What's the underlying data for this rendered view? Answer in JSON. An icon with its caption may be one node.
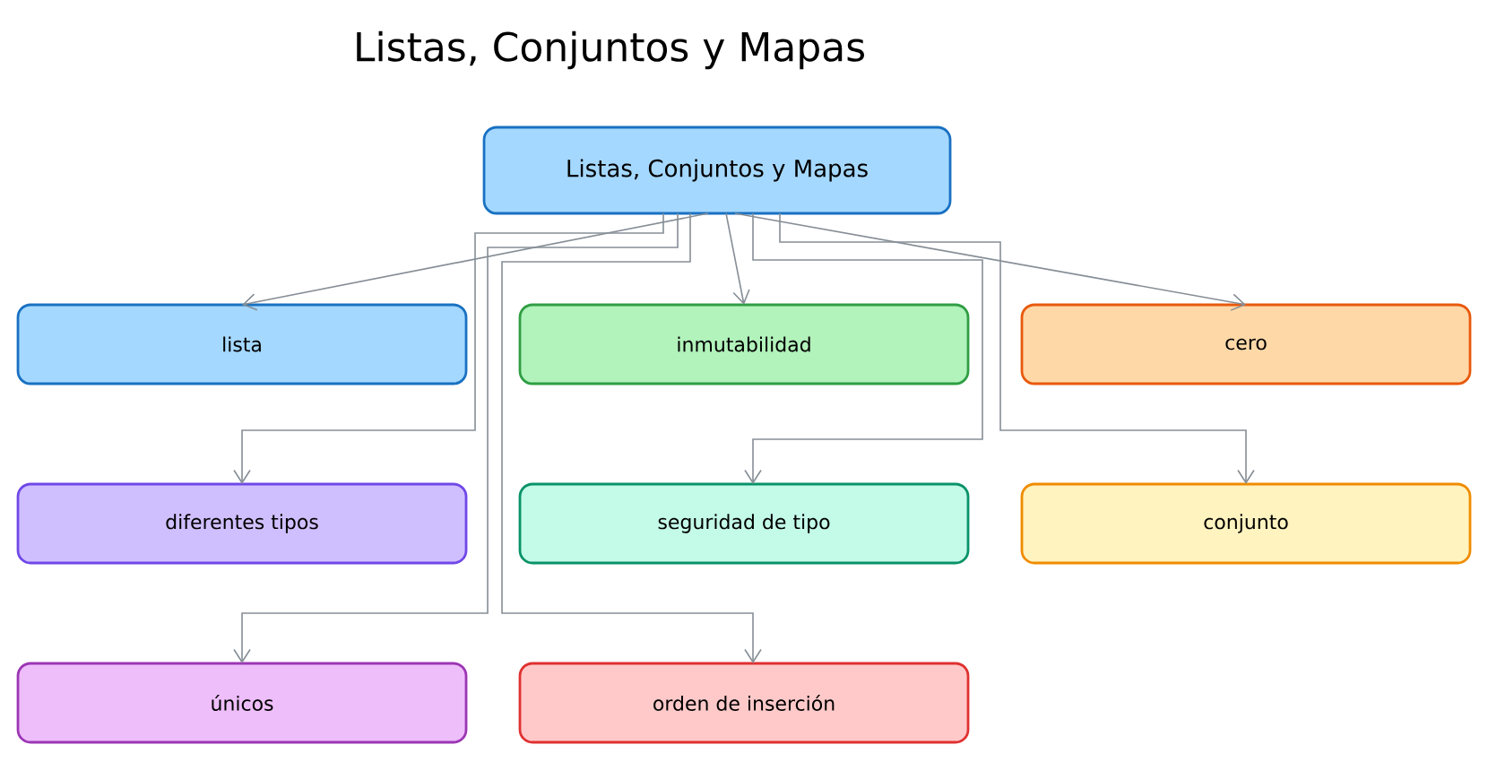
{
  "diagram": {
    "title": "Listas, Conjuntos y Mapas",
    "nodes": [
      {
        "text": [
          "Listas, Conjuntos y Mapas"
        ]
      },
      {
        "text": [
          "lista"
        ]
      },
      {
        "text": [
          "inmutabilidad"
        ]
      },
      {
        "text": [
          "cero"
        ]
      },
      {
        "text": [
          "diferentes tipos"
        ]
      },
      {
        "text": [
          "seguridad de tipo"
        ]
      },
      {
        "text": [
          "conjunto"
        ]
      },
      {
        "text": [
          "únicos"
        ]
      },
      {
        "text": [
          "orden de inserción"
        ]
      }
    ],
    "edges": [
      {
        "from": 0,
        "to": 1,
        "arrow": "to"
      },
      {
        "from": 0,
        "to": 2,
        "arrow": "to"
      },
      {
        "from": 0,
        "to": 3,
        "arrow": "to"
      },
      {
        "from": 0,
        "to": 4,
        "arrow": "to"
      },
      {
        "from": 0,
        "to": 5,
        "arrow": "to"
      },
      {
        "from": 0,
        "to": 6,
        "arrow": "to"
      },
      {
        "from": 0,
        "to": 7,
        "arrow": "to"
      },
      {
        "from": 0,
        "to": 8,
        "arrow": "to"
      }
    ]
  }
}
